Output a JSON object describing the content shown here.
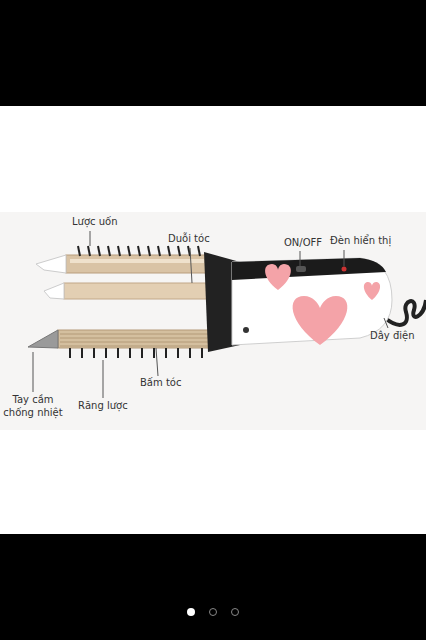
{
  "diagram": {
    "labels": [
      "Lược uốn",
      "Duỗi tóc",
      "ON/OFF",
      "Đèn hiển thị",
      "Dây điện",
      "Tay cầm chống nhiệt",
      "Răng lược",
      "Bấm tóc"
    ]
  }
}
